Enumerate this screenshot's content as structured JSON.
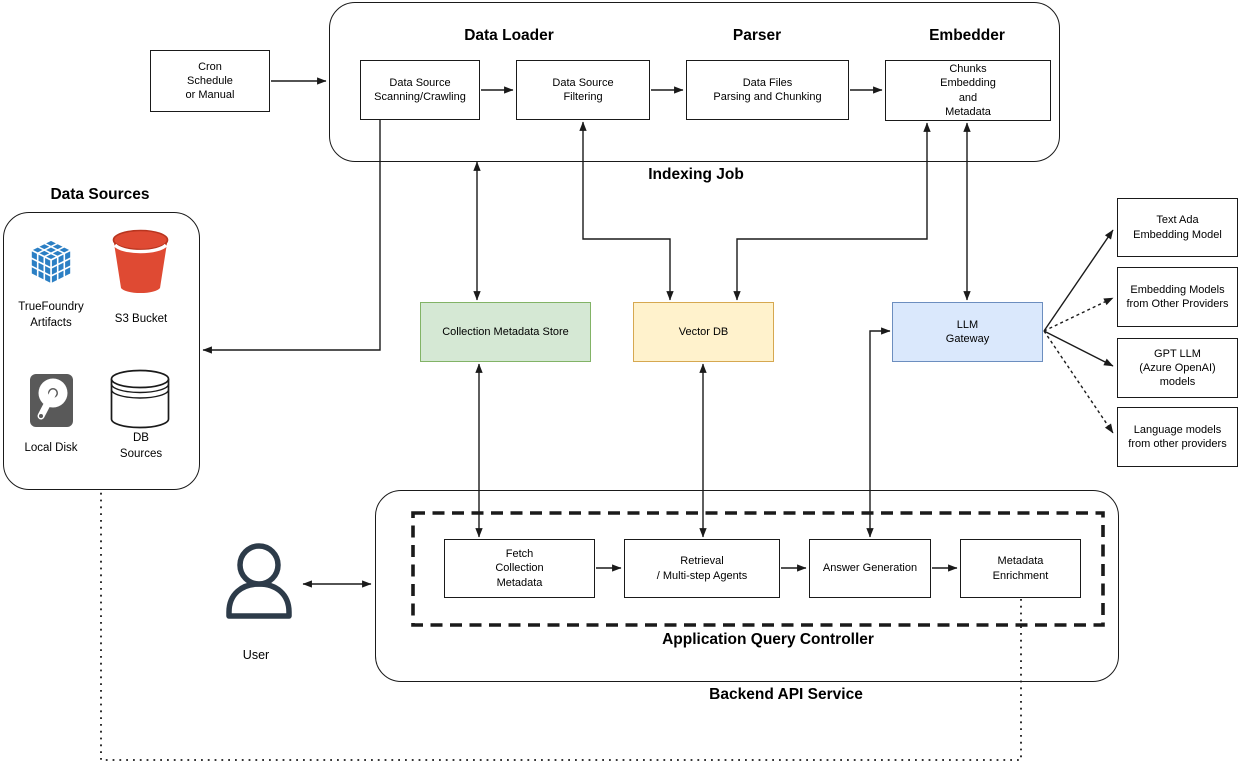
{
  "colors": {
    "collection_metadata_store_fill": "#d5e8d4",
    "collection_metadata_store_border": "#82b366",
    "vector_db_fill": "#fff2cc",
    "vector_db_border": "#d6a850",
    "llm_gateway_fill": "#dae8fc",
    "llm_gateway_border": "#6c8ebf",
    "truefoundry_cube_blue": "#2b7fc4",
    "s3_bucket_red": "#df4a33",
    "local_disk_gray": "#595959",
    "user_icon_color": "#2d3b49",
    "line_color": "#1a1a1a"
  },
  "trigger": {
    "label": "Cron\nSchedule\nor Manual"
  },
  "indexing_job": {
    "label": "Indexing Job",
    "sections": [
      {
        "label": "Data Loader"
      },
      {
        "label": "Parser"
      },
      {
        "label": "Embedder"
      }
    ],
    "steps": [
      {
        "label": "Data Source\nScanning/Crawling"
      },
      {
        "label": "Data Source\nFiltering"
      },
      {
        "label": "Data Files\nParsing and Chunking"
      },
      {
        "label": "Chunks\nEmbedding\nand\nMetadata"
      }
    ]
  },
  "data_sources": {
    "title": "Data Sources",
    "items": [
      {
        "label": "TrueFoundry\nArtifacts",
        "icon": "truefoundry-cube-icon"
      },
      {
        "label": "S3 Bucket",
        "icon": "s3-bucket-icon"
      },
      {
        "label": "Local Disk",
        "icon": "hard-disk-icon"
      },
      {
        "label": "DB\nSources",
        "icon": "database-cylinder-icon"
      }
    ]
  },
  "stores": {
    "collection_metadata_store": {
      "label": "Collection Metadata Store"
    },
    "vector_db": {
      "label": "Vector DB"
    },
    "llm_gateway": {
      "label": "LLM\nGateway"
    }
  },
  "model_providers": [
    {
      "label": "Text Ada\nEmbedding Model",
      "link_style": "solid"
    },
    {
      "label": "Embedding Models\nfrom Other Providers",
      "link_style": "dashed"
    },
    {
      "label": "GPT LLM\n(Azure OpenAI)\nmodels",
      "link_style": "solid"
    },
    {
      "label": "Language models\nfrom other providers",
      "link_style": "dashed"
    }
  ],
  "backend": {
    "label": "Backend API Service",
    "controller_label": "Application Query Controller",
    "steps": [
      {
        "label": "Fetch\nCollection\nMetadata"
      },
      {
        "label": "Retrieval\n/ Multi-step Agents"
      },
      {
        "label": "Answer Generation"
      },
      {
        "label": "Metadata\nEnrichment"
      }
    ]
  },
  "user": {
    "label": "User"
  }
}
